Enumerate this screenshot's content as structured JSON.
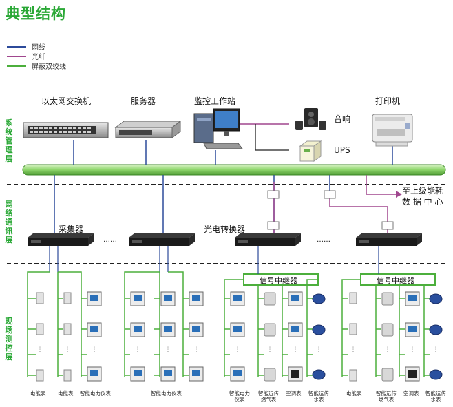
{
  "title": "典型结构",
  "legend": [
    {
      "label": "网线",
      "color": "#2c4a9a"
    },
    {
      "label": "光纤",
      "color": "#a0468e"
    },
    {
      "label": "屏蔽双绞线",
      "color": "#4caf3c"
    }
  ],
  "layers": {
    "mgmt": "系统管理层",
    "comm": "网络通讯层",
    "field": "现场测控层"
  },
  "devices": {
    "switch": "以太网交换机",
    "server": "服务器",
    "workstation": "监控工作站",
    "printer": "打印机",
    "speaker": "音响",
    "ups": "UPS",
    "upper_line1": "至上级能耗",
    "upper_line2": "数 据 中 心",
    "collector": "采集器",
    "converter": "光电转换器",
    "dots": "……",
    "repeater": "信号中继器"
  },
  "bottom": {
    "meter1": "电能表",
    "meter2": "电能表",
    "meter3": "智能电力仪表",
    "meter4": "智能电力仪表",
    "g3_1": "智能电力仪表",
    "g3_2": "智能远传燃气表",
    "g3_3": "空调表",
    "g3_4": "智能远传水表",
    "g4_1": "电能表",
    "g4_2": "智能远传燃气表",
    "g4_3": "空调表",
    "g4_4": "智能远传水表"
  },
  "colors": {
    "accent": "#2aa836",
    "network": "#2c4a9a",
    "fiber": "#a0468e",
    "twisted": "#4caf3c"
  }
}
